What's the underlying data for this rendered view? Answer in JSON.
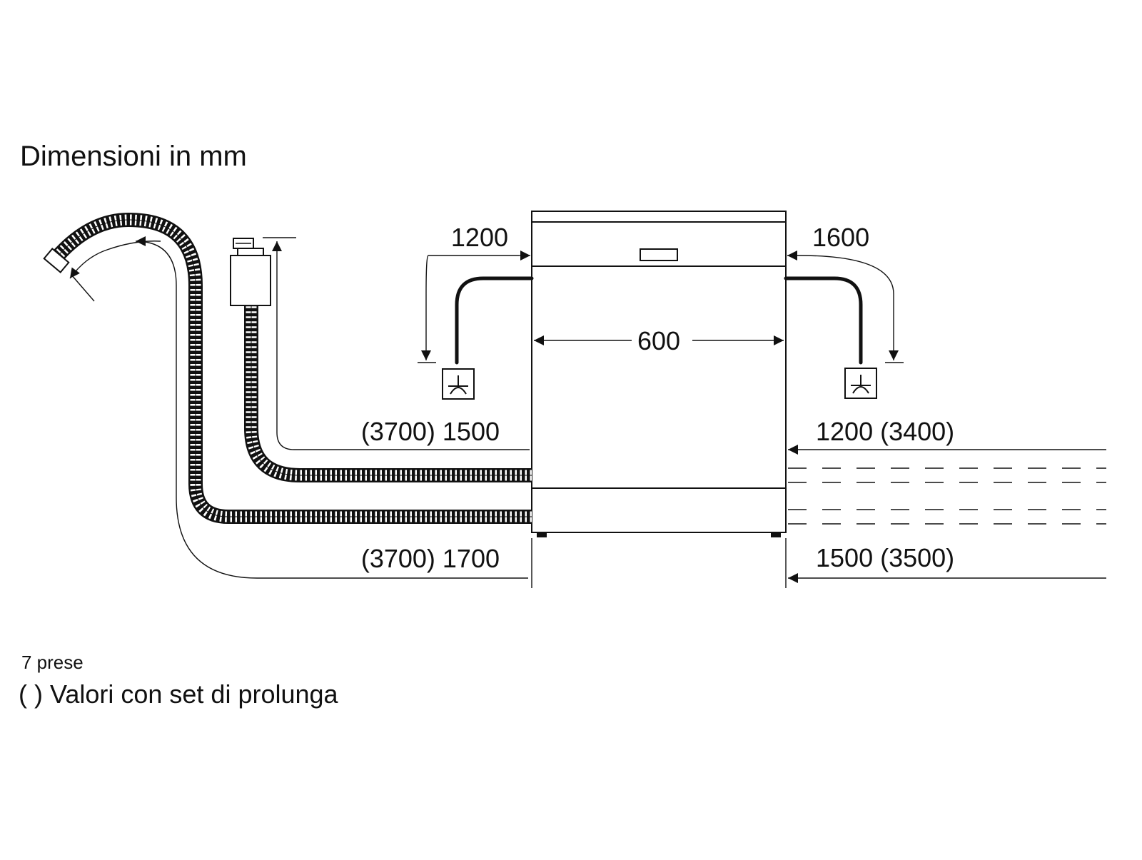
{
  "title": "Dimensioni in mm",
  "dimensions": {
    "inlet_left_height": "1200",
    "inlet_right_height": "1600",
    "width": "600",
    "drain_left": "(3700) 1500",
    "drain_right": "1200 (3400)",
    "inlet_left_length": "(3700) 1700",
    "inlet_right_length": "1500 (3500)"
  },
  "notes": {
    "place_settings": "7 prese",
    "extension_note": "( ) Valori con set di prolunga"
  },
  "icons": [
    "drain-hose-icon",
    "aquastop-inlet-hose-icon",
    "dishwasher-outline-icon",
    "power-socket-icon"
  ]
}
